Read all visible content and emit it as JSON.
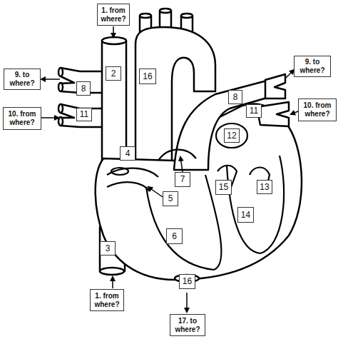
{
  "diagram": {
    "nodes": [
      {
        "text": [
          "1. from where?"
        ]
      },
      {
        "text": [
          "2"
        ]
      },
      {
        "text": [
          "16"
        ]
      },
      {
        "text": [
          "9. to where?"
        ]
      },
      {
        "text": [
          "8"
        ]
      },
      {
        "text": [
          "10. from where?"
        ]
      },
      {
        "text": [
          "11"
        ]
      },
      {
        "text": [
          "9. to where?"
        ]
      },
      {
        "text": [
          "8"
        ]
      },
      {
        "text": [
          "10. from where?"
        ]
      },
      {
        "text": [
          "11"
        ]
      },
      {
        "text": [
          "12"
        ]
      },
      {
        "text": [
          "4"
        ]
      },
      {
        "text": [
          "7"
        ]
      },
      {
        "text": [
          "5"
        ]
      },
      {
        "text": [
          "15"
        ]
      },
      {
        "text": [
          "13"
        ]
      },
      {
        "text": [
          "14"
        ]
      },
      {
        "text": [
          "6"
        ]
      },
      {
        "text": [
          "3"
        ]
      },
      {
        "text": [
          "16"
        ]
      },
      {
        "text": [
          "1. from where?"
        ]
      },
      {
        "text": [
          "17. to where?"
        ]
      }
    ]
  }
}
